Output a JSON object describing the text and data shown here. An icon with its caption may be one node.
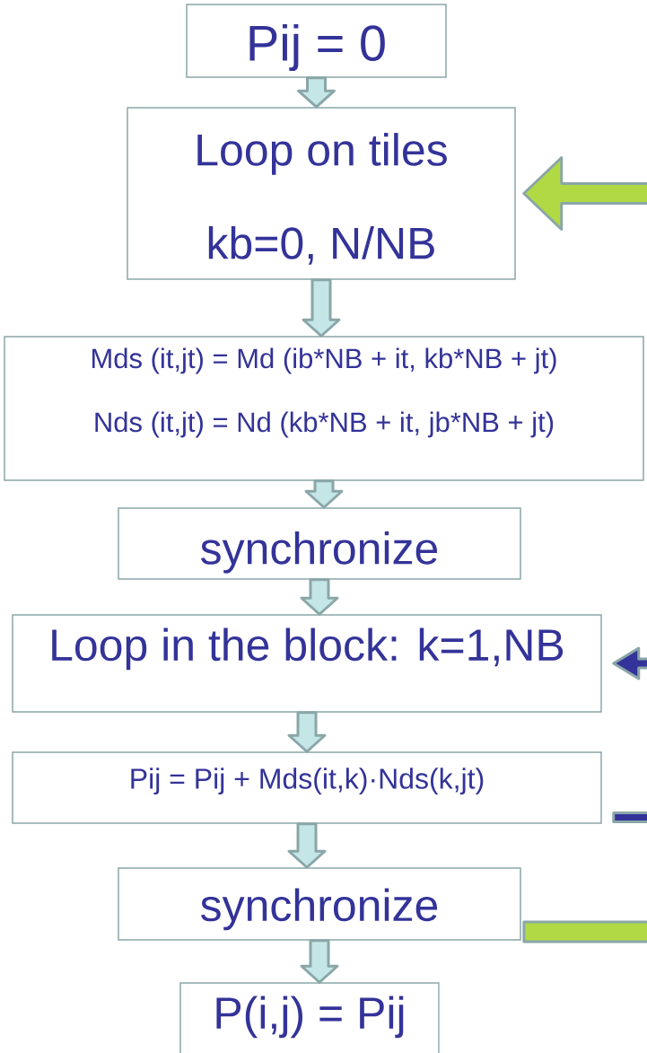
{
  "diagram": {
    "nodes": [
      {
        "text": [
          "Pij = 0"
        ]
      },
      {
        "text": [
          "Loop on tiles",
          "kb=0, N/NB"
        ]
      },
      {
        "text": [
          "Mds (it,jt) = Md (ib*NB + it, kb*NB + jt)",
          "Nds (it,jt) = Nd (kb*NB + it, jb*NB + jt)"
        ]
      },
      {
        "text": [
          "synchronize"
        ]
      },
      {
        "text": [
          "Loop in the block: k=1,NB"
        ]
      },
      {
        "text": [
          "Pij = Pij + Mds(it,k)·Nds(k,jt)"
        ]
      },
      {
        "text": [
          "synchronize"
        ]
      },
      {
        "text": [
          "P(i,j) = Pij"
        ]
      }
    ],
    "edges": [
      {
        "from": 0,
        "to": 1,
        "arrow": "to"
      },
      {
        "from": 1,
        "to": 2,
        "arrow": "to"
      },
      {
        "from": 2,
        "to": 3,
        "arrow": "to"
      },
      {
        "from": 3,
        "to": 4,
        "arrow": "to"
      },
      {
        "from": 4,
        "to": 5,
        "arrow": "to"
      },
      {
        "from": 5,
        "to": 6,
        "arrow": "to"
      },
      {
        "from": 6,
        "to": 7,
        "arrow": "to"
      },
      {
        "from": 6,
        "to": 1,
        "arrow": "to",
        "style": "thick",
        "color": "#b0d944"
      },
      {
        "from": 5,
        "to": 4,
        "arrow": "to",
        "color": "#333399"
      }
    ]
  }
}
